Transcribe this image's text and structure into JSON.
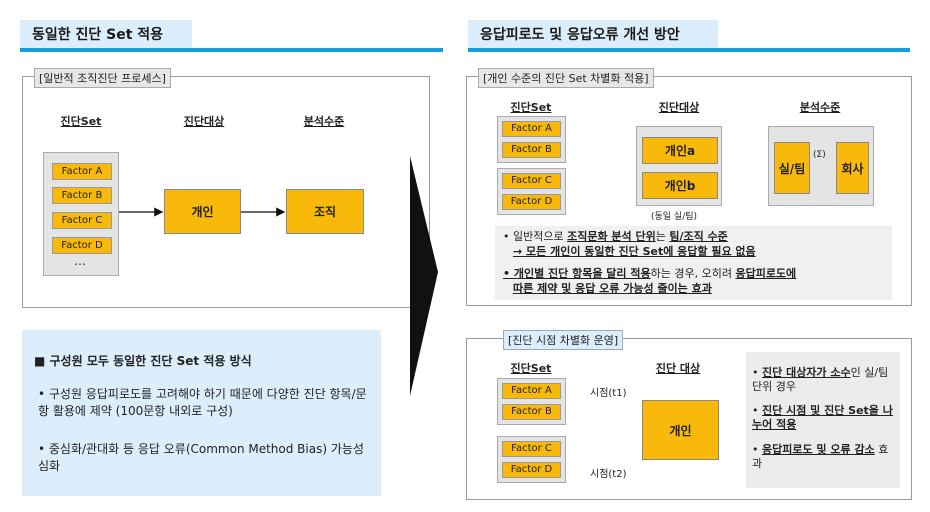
{
  "left": {
    "title": "동일한 진단 Set 적용",
    "panel_tag": "[일반적 조직진단 프로세스]",
    "col_set": "진단Set",
    "col_target": "진단대상",
    "col_level": "분석수준",
    "factors": [
      "Factor A",
      "Factor B",
      "Factor C",
      "Factor D"
    ],
    "ellipsis": "…",
    "target_box": "개인",
    "level_box": "조직",
    "summary_heading": "■ 구성원 모두 동일한 진단 Set 적용 방식",
    "summary_bullets": [
      "• 구성원 응답피로도를 고려해야 하기 때문에 다양한 진단 항목/문항 활용에 제약 (100문항 내외로 구성)",
      "• 중심화/관대화 등 응답 오류(Common Method Bias) 가능성 심화"
    ]
  },
  "right": {
    "title": "응답피로도 및 응답오류 개선 방안",
    "panel1": {
      "tag": "[개인 수준의 진단 Set 차별화 적용]",
      "col_set": "진단Set",
      "col_target": "진단대상",
      "col_level": "분석수준",
      "factors": [
        "Factor A",
        "Factor B",
        "Factor C",
        "Factor D"
      ],
      "person_a": "개인a",
      "person_b": "개인b",
      "same_team": "(동일 실/팀)",
      "team_box": "실/팀",
      "sigma": "(Σ)",
      "company_box": "회사",
      "note1_plain1": "• 일반적으로 ",
      "note1_bold1": "조직문화 분석 단위",
      "note1_plain2": "는 ",
      "note1_bold2": "팀/조직 수준",
      "note1_line2": "→ 모든 개인이 동일한 진단 Set에 응답할 필요 없음",
      "note2_bold1": "• 개인별 진단 항목을 달리 적용",
      "note2_plain1": "하는 경우, 오히려 ",
      "note2_bold2": "응답피로도에",
      "note2_line2": "따른 제약 및 응답 오류 가능성 줄이는 효과"
    },
    "panel2": {
      "tag": "[진단 시점 차별화 운영]",
      "col_set": "진단Set",
      "col_target": "진단 대상",
      "factors": [
        "Factor A",
        "Factor B",
        "Factor C",
        "Factor D"
      ],
      "time1": "시점(t1)",
      "time2": "시점(t2)",
      "person": "개인",
      "side1_bold": "진단 대상자가 소수",
      "side1_plain": "인 실/팀 단위 경우",
      "side2_bold": "진단 시점 및 진단 Set을 나누어 적용",
      "side3_bold": "응답피로도 및 오류 감소",
      "side3_plain": " 효과"
    }
  }
}
